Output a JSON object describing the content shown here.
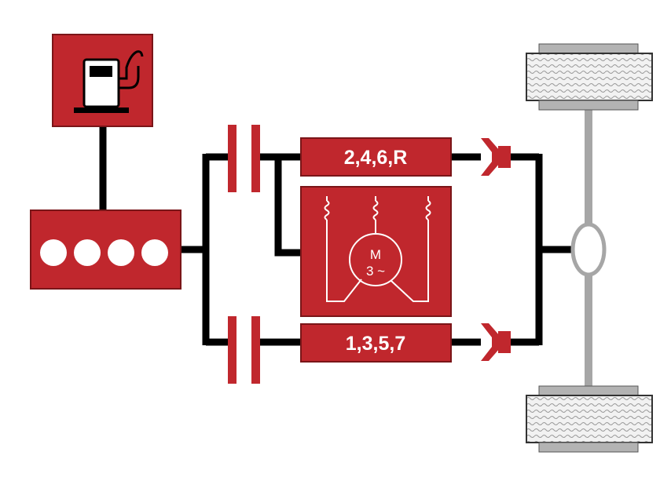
{
  "diagram": {
    "gear_set_even": {
      "label": "2,4,6,R"
    },
    "gear_set_odd": {
      "label": "1,3,5,7"
    },
    "electric_motor": {
      "label_top": "M",
      "label_bottom": "3 ~"
    }
  },
  "colors": {
    "component_fill": "#c0272d",
    "component_border": "#7a1518",
    "shaft": "#000000",
    "axle": "#a6a6a6",
    "line_on_red": "#ffffff"
  }
}
